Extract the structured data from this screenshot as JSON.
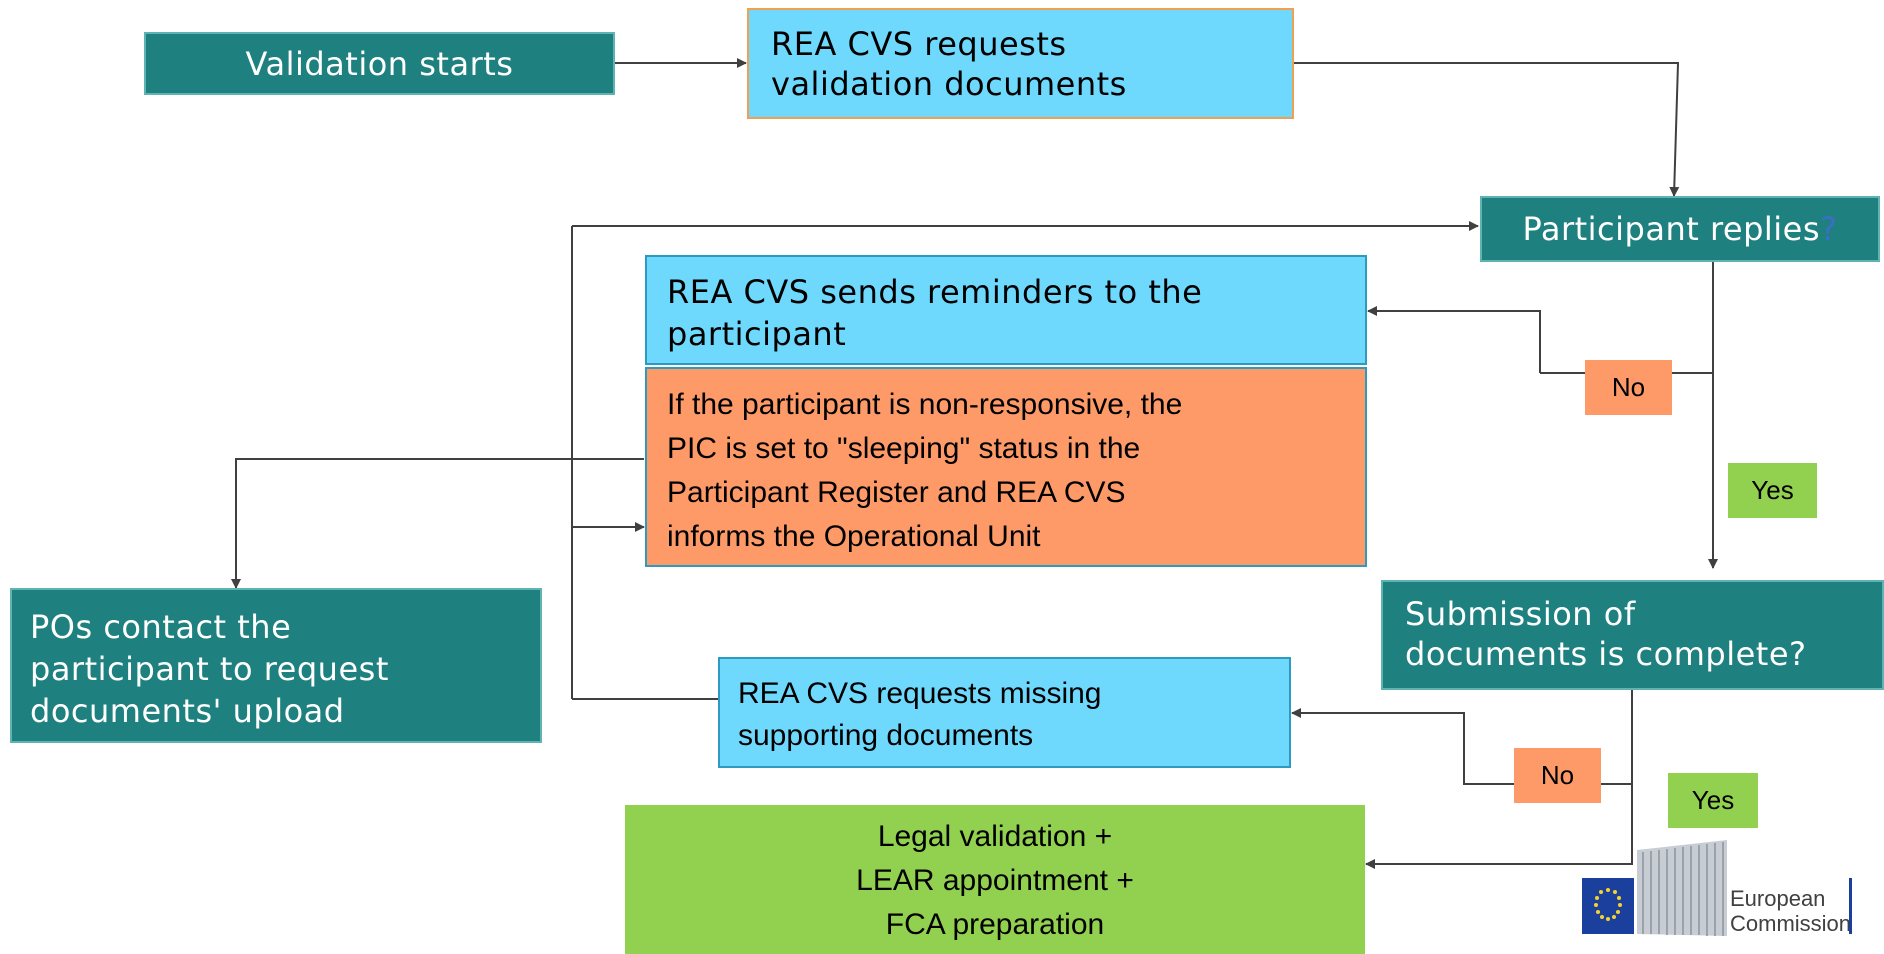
{
  "nodes": {
    "validation_starts": "Validation starts",
    "rea_requests_docs": [
      "REA CVS requests",
      "validation documents"
    ],
    "participant_replies": "Participant replies",
    "participant_replies_q": "?",
    "reminders": [
      "REA CVS sends reminders to the",
      "participant"
    ],
    "non_responsive": [
      "If the participant is non-responsive, the",
      "PIC is set to \"sleeping\" status in the",
      "Participant Register and REA CVS",
      "informs the Operational Unit"
    ],
    "pos_contact": [
      "POs contact the",
      "participant to request",
      "documents' upload"
    ],
    "submission_complete": [
      "Submission of",
      "documents is complete?"
    ],
    "missing_docs": [
      "REA CVS requests missing",
      "supporting documents"
    ],
    "legal_validation": [
      "Legal validation +",
      "LEAR appointment +",
      "FCA preparation"
    ]
  },
  "labels": {
    "no_1": "No",
    "yes_1": "Yes",
    "no_2": "No",
    "yes_2": "Yes"
  },
  "logo": {
    "line1": "European",
    "line2": "Commission"
  },
  "colors": {
    "teal": "#1f8080",
    "light_blue": "#6ed9fc",
    "orange": "#fd9a68",
    "green": "#92d050",
    "connector": "#404040"
  }
}
